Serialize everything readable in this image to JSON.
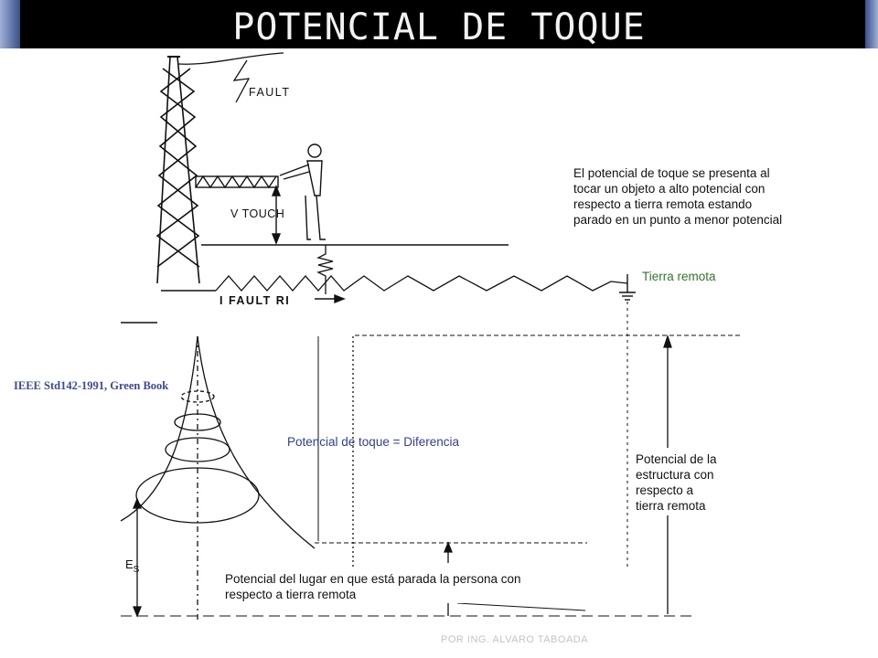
{
  "title": "POTENCIAL DE TOQUE",
  "labels": {
    "fault": "FAULT",
    "v_touch": "V TOUCH",
    "i_fault": "I FAULT RI",
    "tierra_remota": "Tierra remota",
    "es": "E",
    "es_sub": "S"
  },
  "notes": {
    "definition": [
      "El potencial de toque se presenta al",
      "tocar un objeto a alto potencial con",
      "respecto a tierra remota estando",
      "parado en un punto a menor potencial"
    ],
    "touch_difference": "Potencial de toque = Diferencia",
    "structure": [
      "Potencial de la",
      "estructura con",
      "respecto a",
      "tierra remota"
    ],
    "place": [
      "Potencial del lugar en que está parada la persona con",
      "respecto a tierra remota"
    ]
  },
  "source": "IEEE Std142-1991, Green Book",
  "footer": "POR ING. ALVARO TABOADA",
  "colors": {
    "title_bg": "#000000",
    "title_text": "#f2f2f2",
    "annotation_blue": "#2f3f9e",
    "annotation_green": "#2d7a2a"
  }
}
